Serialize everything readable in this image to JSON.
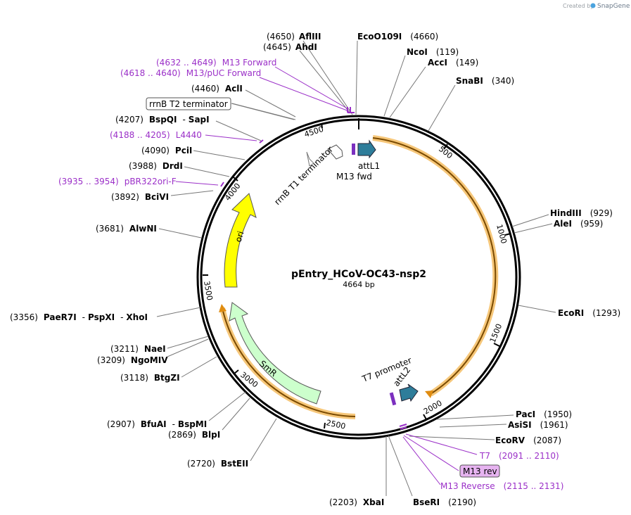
{
  "credit": {
    "prefix": "Created by",
    "brand": "SnapGene"
  },
  "plasmid": {
    "name": "pEntry_HCoV-OC43-nsp2",
    "size_label": "4664 bp",
    "length": 4664
  },
  "colors": {
    "enzyme": "#000000",
    "primer": "#9b30c8",
    "orange": "#f0a020",
    "ori": "#ffff00",
    "smr": "#ccffcc",
    "att": "#2e7d9a",
    "primer_arrow": "#7b2fbf"
  },
  "ticks": [
    "500",
    "1000",
    "1500",
    "2000",
    "2500",
    "3000",
    "3500",
    "4000",
    "4500"
  ],
  "sites": [
    {
      "name": "AflIII",
      "pos": "(4650)"
    },
    {
      "name": "EcoO109I",
      "pos": "(4660)"
    },
    {
      "name": "AhdI",
      "pos": "(4645)"
    },
    {
      "name": "NcoI",
      "pos": "(119)"
    },
    {
      "name": "AccI",
      "pos": "(149)"
    },
    {
      "name": "SnaBI",
      "pos": "(340)"
    },
    {
      "name": "AclI",
      "pos": "(4460)"
    },
    {
      "name": "BspQI",
      "name2": "SapI",
      "pos": "(4207)"
    },
    {
      "name": "PciI",
      "pos": "(4090)"
    },
    {
      "name": "DrdI",
      "pos": "(3988)"
    },
    {
      "name": "BciVI",
      "pos": "(3892)"
    },
    {
      "name": "AlwNI",
      "pos": "(3681)"
    },
    {
      "name": "HindIII",
      "pos": "(929)"
    },
    {
      "name": "AleI",
      "pos": "(959)"
    },
    {
      "name": "EcoRI",
      "pos": "(1293)"
    },
    {
      "name": "PaeR7I",
      "name2": "PspXI",
      "name3": "XhoI",
      "pos": "(3356)"
    },
    {
      "name": "NaeI",
      "pos": "(3211)"
    },
    {
      "name": "NgoMIV",
      "pos": "(3209)"
    },
    {
      "name": "BtgZI",
      "pos": "(3118)"
    },
    {
      "name": "BfuAI",
      "name2": "BspMI",
      "pos": "(2907)"
    },
    {
      "name": "BlpI",
      "pos": "(2869)"
    },
    {
      "name": "BstEII",
      "pos": "(2720)"
    },
    {
      "name": "PacI",
      "pos": "(1950)"
    },
    {
      "name": "AsiSI",
      "pos": "(1961)"
    },
    {
      "name": "EcoRV",
      "pos": "(2087)"
    },
    {
      "name": "XbaI",
      "pos": "(2203)"
    },
    {
      "name": "BseRI",
      "pos": "(2190)"
    }
  ],
  "primers": [
    {
      "name": "M13 Forward",
      "range": "(4632 .. 4649)"
    },
    {
      "name": "M13/pUC Forward",
      "range": "(4618 .. 4640)"
    },
    {
      "name": "L4440",
      "range": "(4188 .. 4205)"
    },
    {
      "name": "pBR322ori-F",
      "range": "(3935 .. 3954)"
    },
    {
      "name": "T7",
      "range": "(2091 .. 2110)"
    },
    {
      "name": "M13 Reverse",
      "range": "(2115 .. 2131)"
    }
  ],
  "boxed_labels": {
    "rrnb_t2": "rrnB T2 terminator",
    "m13_rev": "M13 rev"
  },
  "features": {
    "ori": "ori",
    "smr": "SmR",
    "rrnb_t1": "rrnB T1 terminator",
    "attl1": "attL1",
    "m13_fwd": "M13 fwd",
    "t7_promoter": "T7 promoter",
    "attl2": "attL2"
  }
}
